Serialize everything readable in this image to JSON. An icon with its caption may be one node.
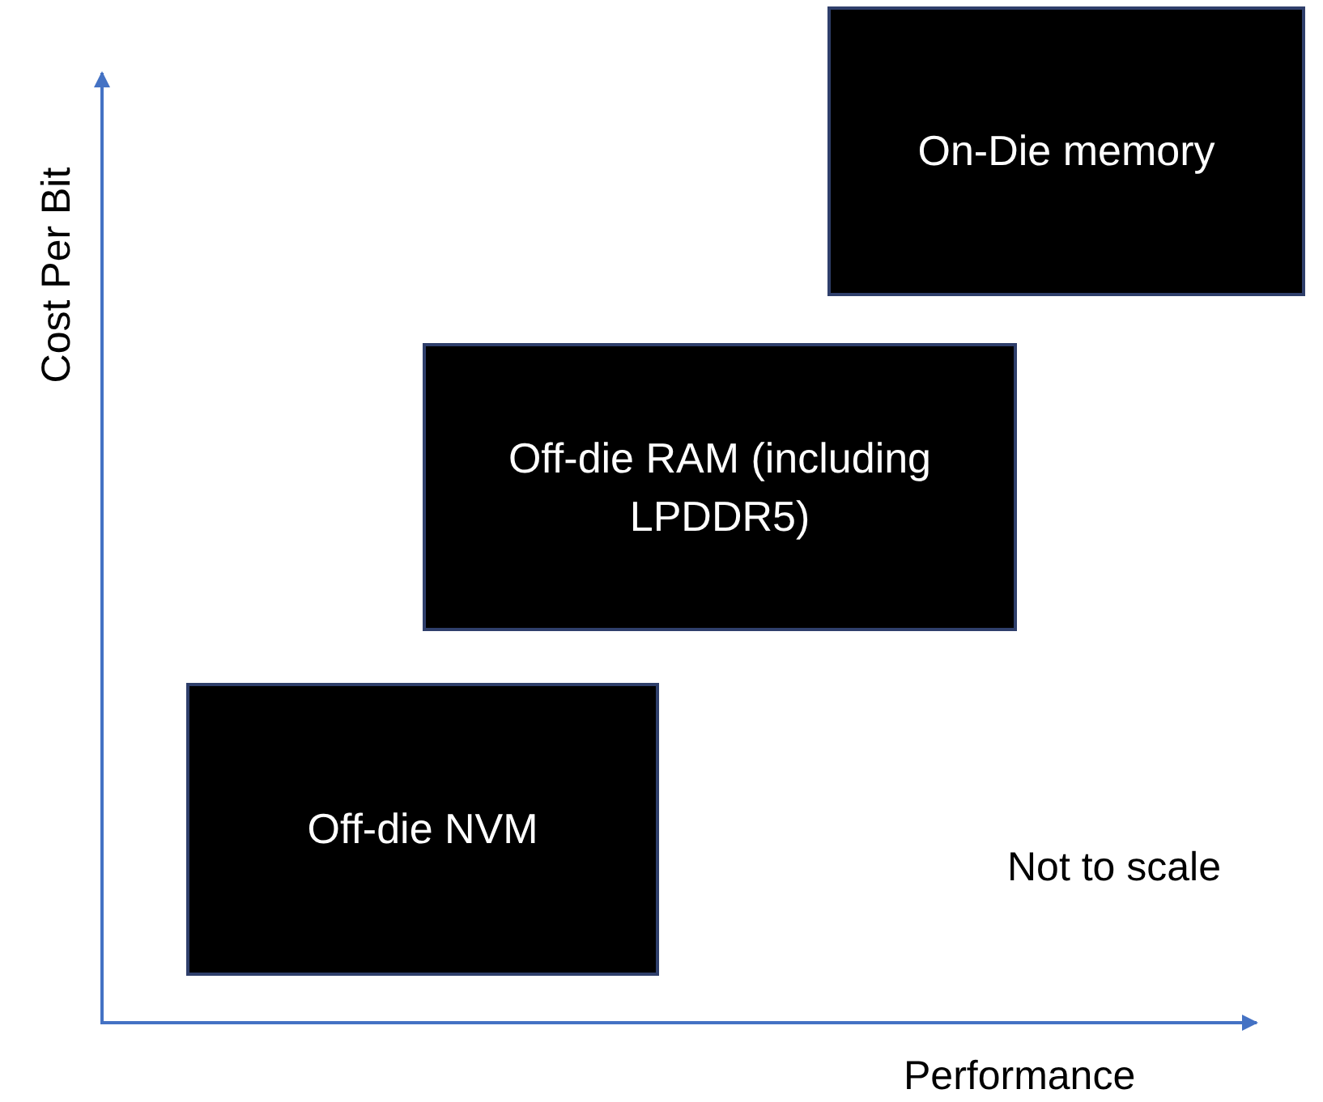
{
  "diagram": {
    "nodes": [
      {
        "text": [
          "On-Die memory"
        ]
      },
      {
        "text": [
          "Off-die RAM (including LPDDR5)"
        ]
      },
      {
        "text": [
          "Off-die NVM"
        ]
      }
    ],
    "labels": [
      "Cost Per Bit",
      "Not to scale",
      "Performance"
    ]
  }
}
